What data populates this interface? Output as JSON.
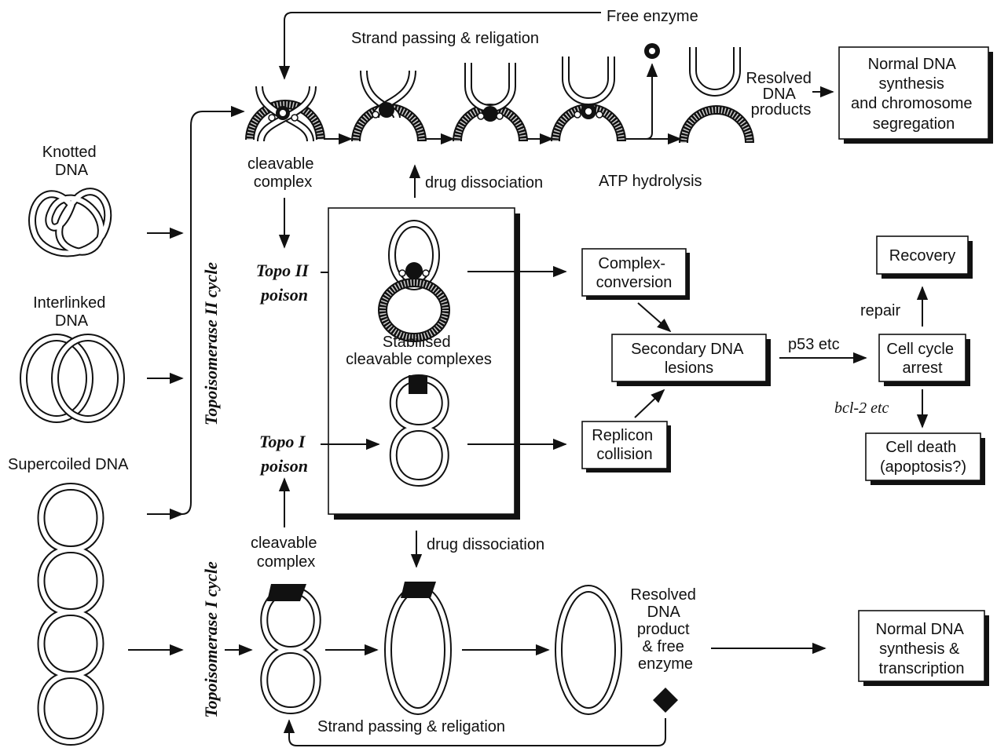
{
  "labels": {
    "free_enzyme": "Free enzyme",
    "strand_passing_top": "Strand passing & religation",
    "resolved_dna_products": [
      "Resolved",
      "DNA",
      "products"
    ],
    "normal_synthesis_top": [
      "Normal DNA",
      "synthesis",
      "and chromosome",
      "segregation"
    ],
    "knotted_dna": [
      "Knotted",
      "DNA"
    ],
    "interlinked_dna": [
      "Interlinked",
      "DNA"
    ],
    "supercoiled_dna": "Supercoiled DNA",
    "cleavable_complex_top": [
      "cleavable",
      "complex"
    ],
    "drug_dissociation_top": "drug dissociation",
    "atp_hydrolysis": "ATP hydrolysis",
    "topo2_poison": [
      "Topo II",
      "poison"
    ],
    "topo1_poison": [
      "Topo I",
      "poison"
    ],
    "stabilised": [
      "Stabilised",
      "cleavable complexes"
    ],
    "complex_conversion": [
      "Complex-",
      "conversion"
    ],
    "replicon_collision": [
      "Replicon",
      "collision"
    ],
    "secondary_lesions": [
      "Secondary DNA",
      "lesions"
    ],
    "p53": "p53 etc",
    "recovery": "Recovery",
    "repair": "repair",
    "cell_cycle_arrest": [
      "Cell cycle",
      "arrest"
    ],
    "bcl2": "bcl-2 etc",
    "cell_death": [
      "Cell death",
      "(apoptosis?)"
    ],
    "topo2_cycle": "Topoisomerase II cycle",
    "topo1_cycle": "Topoisomerase I cycle",
    "cleavable_complex_bottom": [
      "cleavable",
      "complex"
    ],
    "drug_dissociation_bottom": "drug dissociation",
    "resolved_dna_product": [
      "Resolved",
      "DNA",
      "product",
      "& free",
      "enzyme"
    ],
    "normal_synthesis_bottom": [
      "Normal DNA",
      "synthesis &",
      "transcription"
    ],
    "strand_passing_bottom": "Strand passing & religation"
  }
}
